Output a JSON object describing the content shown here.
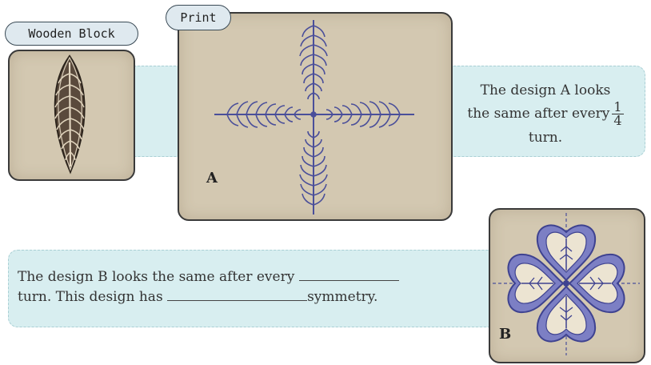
{
  "labels": {
    "wooden_block": "Wooden Block",
    "print": "Print",
    "design_a_letter": "A",
    "design_b_letter": "B"
  },
  "caption_a": {
    "line1": "The design A looks",
    "line2": "the same after every",
    "fraction_numerator": "1",
    "fraction_denominator": "4",
    "line3": "turn."
  },
  "caption_b": {
    "line1": "The design B looks the same after every",
    "line2_start": "turn. This design has",
    "line2_end": "symmetry."
  },
  "colors": {
    "band": "#d8eef0",
    "card": "#d3c8b1",
    "design_ink": "#4a4f9a",
    "tag": "#dfe9ef"
  }
}
